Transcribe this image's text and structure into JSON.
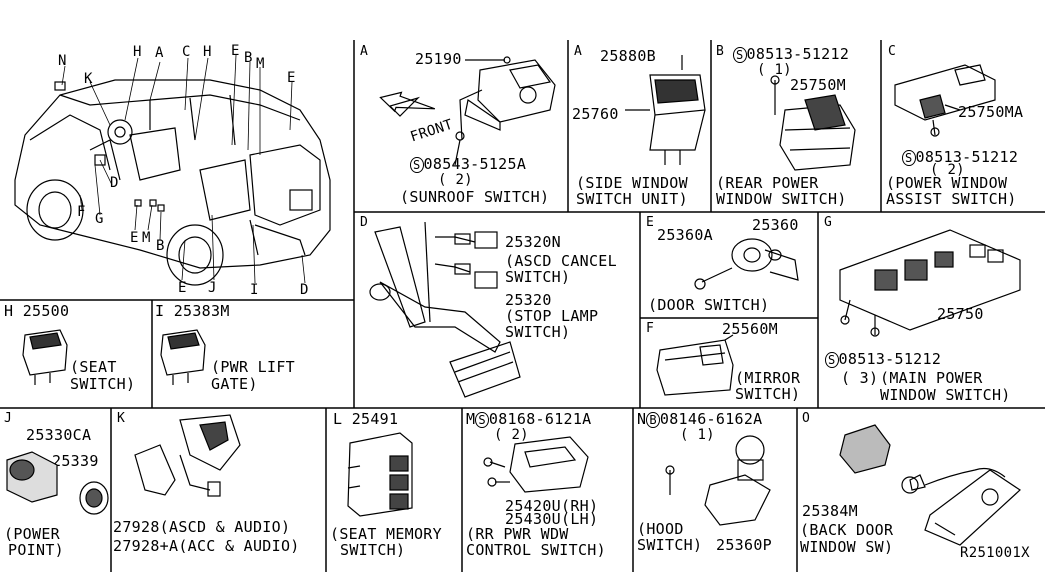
{
  "overview_letters": [
    "N",
    "K",
    "H",
    "A",
    "C",
    "H",
    "E",
    "B",
    "M",
    "E",
    "D",
    "F",
    "G",
    "E",
    "M",
    "B",
    "E",
    "J",
    "I",
    "D"
  ],
  "panels": {
    "A_sunroof": {
      "letter": "A",
      "part1": "25190",
      "front": "FRONT",
      "screw": "08543-5125A",
      "qty": "( 2)",
      "name": "(SUNROOF SWITCH)"
    },
    "A_side": {
      "letter": "A",
      "part1": "25880B",
      "part2": "25760",
      "name1": "(SIDE WINDOW",
      "name2": "SWITCH UNIT)"
    },
    "B": {
      "letter": "B",
      "screw": "08513-51212",
      "qty": "( 1)",
      "part": "25750M",
      "name1": "(REAR POWER",
      "name2": "WINDOW SWITCH)"
    },
    "C": {
      "letter": "C",
      "part": "25750MA",
      "screw": "08513-51212",
      "qty": "( 2)",
      "name1": "(POWER WINDOW",
      "name2": "ASSIST SWITCH)"
    },
    "D": {
      "letter": "D",
      "part1": "25320N",
      "name1a": "(ASCD CANCEL",
      "name1b": "SWITCH)",
      "part2": "25320",
      "name2a": "(STOP LAMP",
      "name2b": "SWITCH)"
    },
    "E": {
      "letter": "E",
      "part1": "25360A",
      "part2": "25360",
      "name": "(DOOR SWITCH)"
    },
    "F": {
      "letter": "F",
      "part": "25560M",
      "name1": "(MIRROR",
      "name2": "SWITCH)"
    },
    "G": {
      "letter": "G",
      "part": "25750",
      "screw": "08513-51212",
      "qty": "( 3)",
      "name1": "(MAIN POWER",
      "name2": "WINDOW SWITCH)"
    },
    "H": {
      "letter": "H",
      "part": "25500",
      "name1": "(SEAT",
      "name2": "SWITCH)"
    },
    "I": {
      "letter": "I",
      "part": "25383M",
      "name1": "(PWR LIFT",
      "name2": "GATE)"
    },
    "J": {
      "letter": "J",
      "part1": "25330CA",
      "part2": "25339",
      "name1": "(POWER",
      "name2": "POINT)"
    },
    "K": {
      "letter": "K",
      "line1": "27928(ASCD & AUDIO)",
      "line2": "27928+A(ACC & AUDIO)"
    },
    "L": {
      "letter": "L",
      "part": "25491",
      "name1": "(SEAT MEMORY",
      "name2": "SWITCH)"
    },
    "M": {
      "letter": "M",
      "screw": "08168-6121A",
      "qty": "( 2)",
      "part1": "25420U(RH)",
      "part2": "25430U(LH)",
      "name1": "(RR PWR WDW",
      "name2": "CONTROL SWITCH)"
    },
    "N": {
      "letter": "N",
      "screw": "08146-6162A",
      "qty": "( 1)",
      "name": "(HOOD",
      "name2": "SWITCH)",
      "part": "25360P"
    },
    "O": {
      "letter": "O",
      "part": "25384M",
      "name1": "(BACK DOOR",
      "name2": "WINDOW SW)"
    }
  },
  "symbol_s": "S",
  "symbol_b": "B",
  "ref": "R251001X"
}
